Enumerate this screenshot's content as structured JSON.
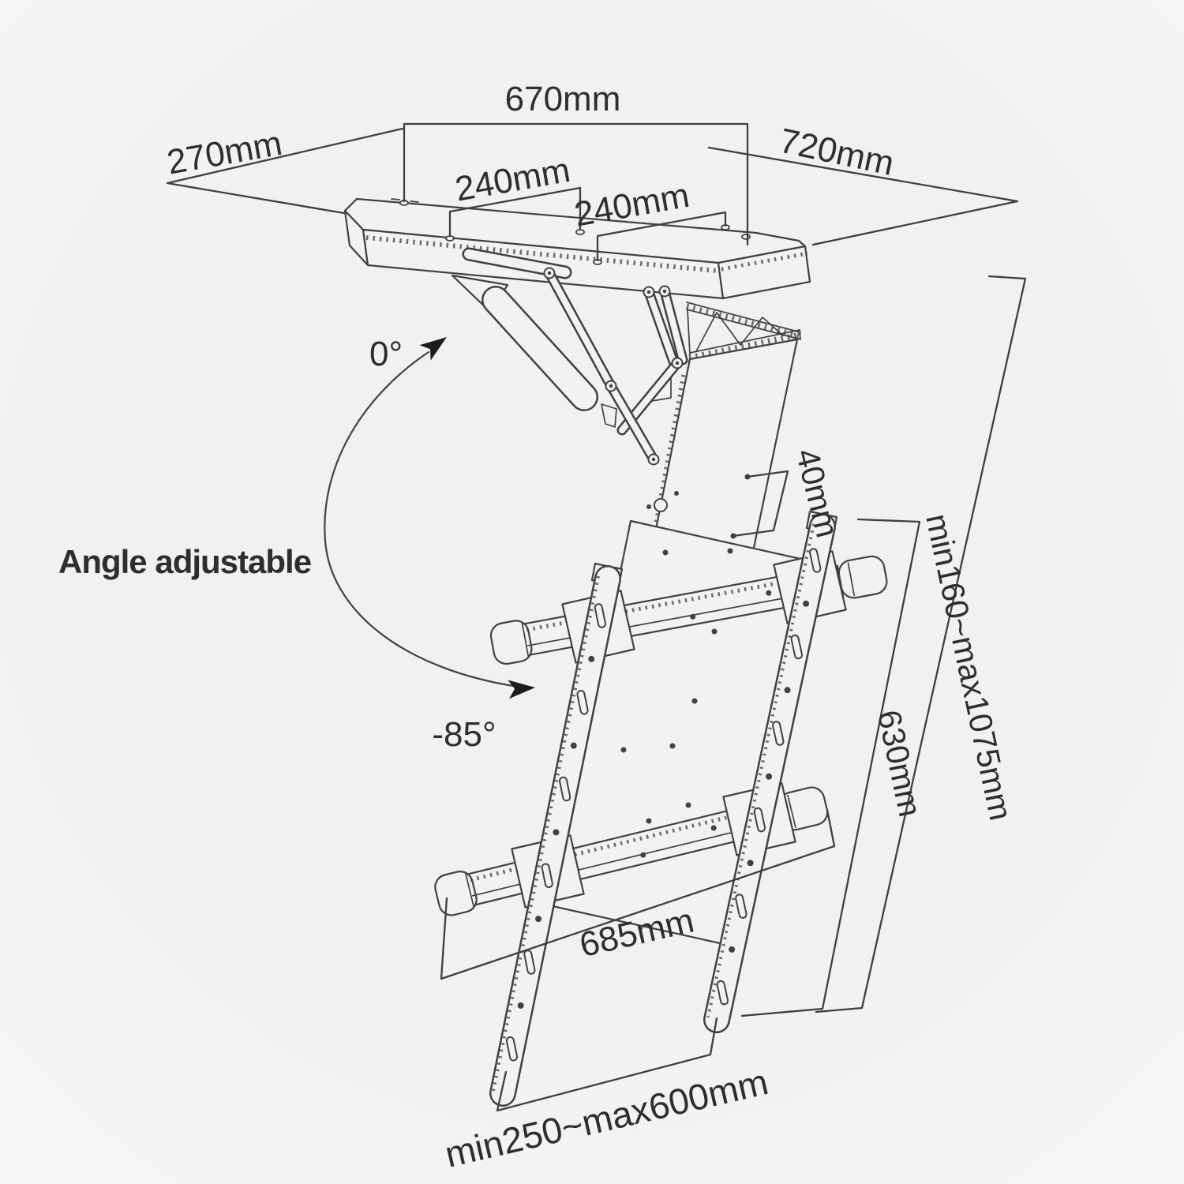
{
  "diagram": {
    "background_color": "#f2f2f3",
    "line_color": "#414141",
    "text_color": "#2e2e2e",
    "annotations": {
      "angle_note": "Angle adjustable",
      "angle_start": "0°",
      "angle_end": "-85°"
    },
    "dimensions": {
      "ceiling_plate_width": "670mm",
      "ceiling_plate_depth": "270mm",
      "ceiling_plane_diagonal": "720mm",
      "mount_hole_spacing_a": "240mm",
      "mount_hole_spacing_b": "240mm",
      "column_hole_spacing": "40mm",
      "drop_height_range": "min160~max1075mm",
      "bracket_height": "630mm",
      "crossbar_length": "685mm",
      "tv_bracket_width_range": "min250~max600mm"
    }
  }
}
